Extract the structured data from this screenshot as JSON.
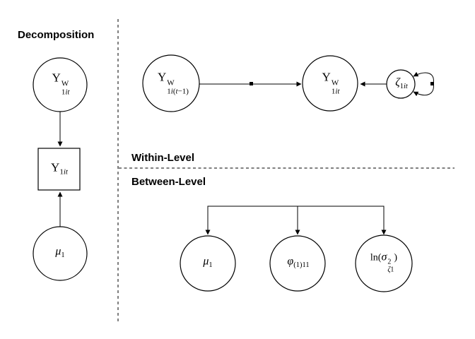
{
  "headers": {
    "decomposition": "Decomposition",
    "within": "Within-Level",
    "between": "Between-Level"
  },
  "nodes": {
    "decompY": {
      "base": "Y",
      "sup": "W",
      "sub1": "1",
      "sub2": "it"
    },
    "squareY": {
      "base": "Y",
      "sub1": "1",
      "sub2": "it"
    },
    "decompMu": {
      "base": "μ",
      "sub1": "1"
    },
    "lagY": {
      "base": "Y",
      "sup": "W",
      "sub1": "1",
      "sub2": "i",
      "sub3": "(",
      "sub4": "t",
      "sub5": "−1)"
    },
    "withinY": {
      "base": "Y",
      "sup": "W",
      "sub1": "1",
      "sub2": "it"
    },
    "zeta": {
      "base": "ζ",
      "sub1": "1",
      "sub2": "it"
    },
    "betweenMu": {
      "base": "μ",
      "sub1": "1"
    },
    "phi": {
      "base": "φ",
      "sub1": "(1)11"
    },
    "lnsigma": {
      "pre": "ln(",
      "base": "σ",
      "sup": "2",
      "sub1": "ζ",
      "sub2": "1",
      "post": ")"
    }
  },
  "colors": {
    "line": "#000000",
    "background": "#ffffff",
    "text": "#000000"
  }
}
